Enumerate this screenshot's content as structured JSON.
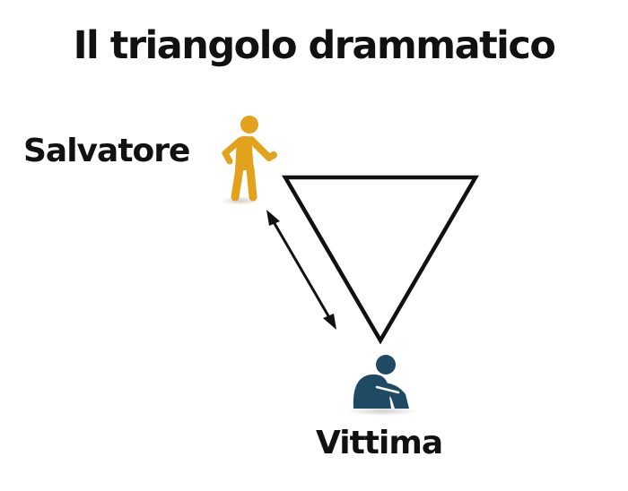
{
  "title": "Il triangolo drammatico",
  "roles": {
    "rescuer": "Salvatore",
    "victim": "Vittima"
  },
  "icons": {
    "rescuer": "standing-person-icon",
    "victim": "sitting-person-icon"
  },
  "colors": {
    "rescuer": "#E3A21C",
    "victim": "#1E4A63",
    "text": "#111111",
    "triangle": "#111111"
  }
}
